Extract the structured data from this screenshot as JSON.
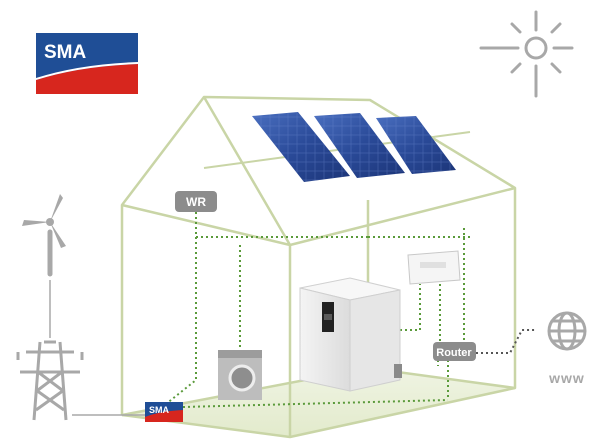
{
  "logo": {
    "text": "SMA"
  },
  "meter_logo": {
    "text": "SMA"
  },
  "labels": {
    "inverter": "WR",
    "router": "Router",
    "internet": "www"
  },
  "colors": {
    "brand_blue": "#1f4e96",
    "brand_red": "#d7261e",
    "house_outline": "#c9d5a6",
    "wiring": "#5a9a3a",
    "label_bg": "#8c8c8c",
    "icon_gray": "#a8a8a8",
    "panel_blue": "#2b4f9e"
  },
  "icons": [
    "sun-icon",
    "wind-turbine-icon",
    "power-pylon-icon",
    "globe-icon",
    "washing-machine-icon",
    "battery-storage-icon",
    "energy-meter-icon"
  ]
}
